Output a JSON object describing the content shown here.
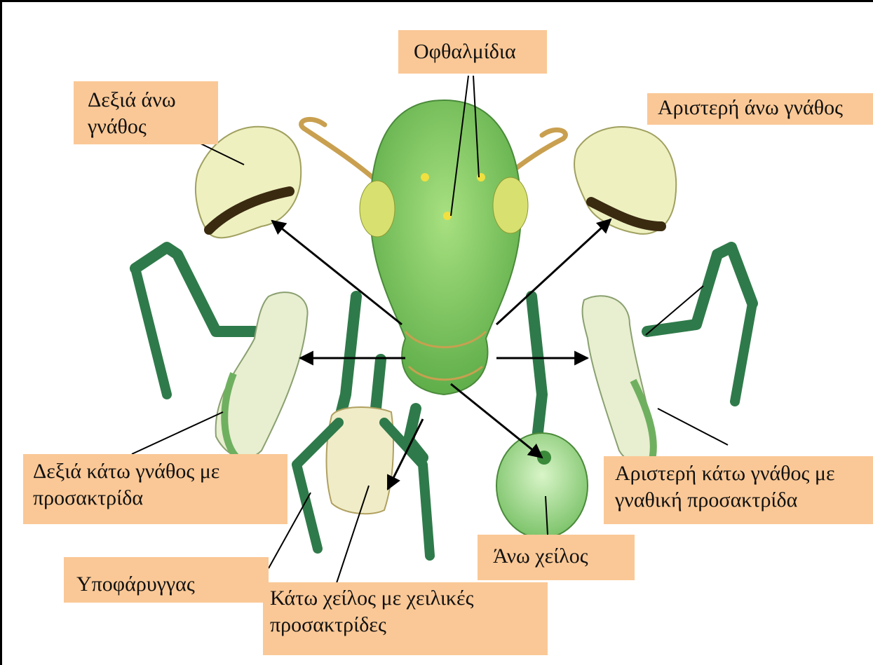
{
  "diagram": {
    "labels": {
      "ocelli": "Οφθαλμίδια",
      "right_mandible": [
        "Δεξιά άνω",
        "γνάθος"
      ],
      "left_mandible": "Αριστερή άνω γνάθος",
      "right_maxilla": [
        "Δεξιά κάτω γνάθος  με",
        "προσακτρίδα"
      ],
      "left_maxilla": [
        "Αριστερή κάτω γνάθος με",
        "γναθική προσακτρίδα"
      ],
      "hypopharynx": "Υποφάρυγγας",
      "labium": [
        "Κάτω χείλος με χειλικές",
        "προσακτρίδες"
      ],
      "labrum": "Άνω χείλος"
    },
    "colors": {
      "label_background": "#fac896",
      "head_green": "#8fd36a",
      "leg_green": "#2f7a4a",
      "mandible_cream": "#eef0c0"
    }
  }
}
